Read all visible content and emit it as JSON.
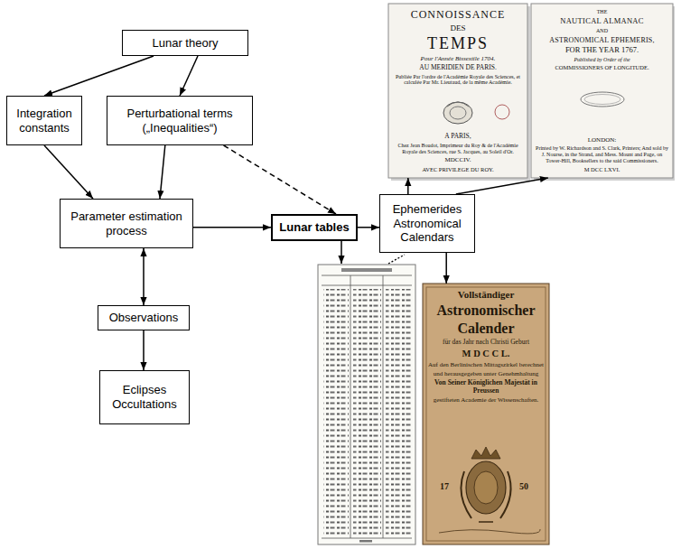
{
  "diagram": {
    "nodes": [
      {
        "text": [
          "Lunar theory"
        ]
      },
      {
        "text": [
          "Integration constants"
        ]
      },
      {
        "text": [
          "Perturbational terms („Inequalities“)"
        ]
      },
      {
        "text": [
          "Parameter estimation process"
        ]
      },
      {
        "text": [
          "Observations"
        ]
      },
      {
        "text": [
          "Eclipses Occultations"
        ]
      },
      {
        "text": [
          "Lunar tables"
        ]
      },
      {
        "text": [
          "Ephemerides Astronomical Calendars"
        ]
      },
      {
        "text": [
          "CONNOISSANCE",
          "DES",
          "TEMPS",
          "Pour l'Année Bissextile 1704.",
          "AU MERIDIEN DE PARIS.",
          "Publiée Par l'ordre de l'Académie Royale des Sciences, et calculée Par Mr. Lieutaud, de la même Académie.",
          "A PARIS,",
          "Chez Jean Boudot, Imprimeur du Roy & de l'Académie Royale des Sciences, rue S. Jacques, au Soleil d'Or.",
          "MDCCIV.",
          "AVEC PRIVILEGE DU ROY."
        ]
      },
      {
        "text": [
          "THE",
          "NAUTICAL ALMANAC",
          "AND",
          "ASTRONOMICAL EPHEMERIS,",
          "FOR THE YEAR 1767.",
          "Published by Order of the",
          "COMMISSIONERS OF LONGITUDE.",
          "LONDON:",
          "Printed by W. Richardson and S. Clark, Printers; And sold by J. Nourse, in the Strand, and Mess. Mount and Page, on Tower-Hill, Booksellers to the said Commissioners.",
          "M DCC LXVI."
        ]
      },
      {
        "text": [
          "Vollständiger",
          "Astronomischer",
          "Calender",
          "für das Jahr nach Christi Geburt",
          "M D C C L.",
          "Auf den Berlinischen Mittagszirkel berechnet",
          "und herausgegeben unter Genehmhaltung",
          "Von Seiner Königlichen Majestät in Preussen",
          "gestifteten Academie der Wissenschaften."
        ]
      }
    ],
    "edges": [
      {
        "from": 0,
        "to": 1,
        "arrow": "to"
      },
      {
        "from": 0,
        "to": 2,
        "arrow": "to"
      },
      {
        "from": 1,
        "to": 3,
        "arrow": "to"
      },
      {
        "from": 2,
        "to": 3,
        "arrow": "to"
      },
      {
        "from": 2,
        "to": 6,
        "arrow": "to"
      },
      {
        "from": 3,
        "to": 6,
        "arrow": "to"
      },
      {
        "from": 4,
        "to": 3,
        "arrow": "both"
      },
      {
        "from": 4,
        "to": 5,
        "arrow": "to"
      },
      {
        "from": 6,
        "to": 7,
        "arrow": "to"
      },
      {
        "from": 7,
        "to": 8,
        "arrow": "to"
      },
      {
        "from": 7,
        "to": 9,
        "arrow": "to"
      },
      {
        "from": 7,
        "to": 10,
        "arrow": "to"
      }
    ],
    "labels": [
      "17",
      "50"
    ]
  }
}
